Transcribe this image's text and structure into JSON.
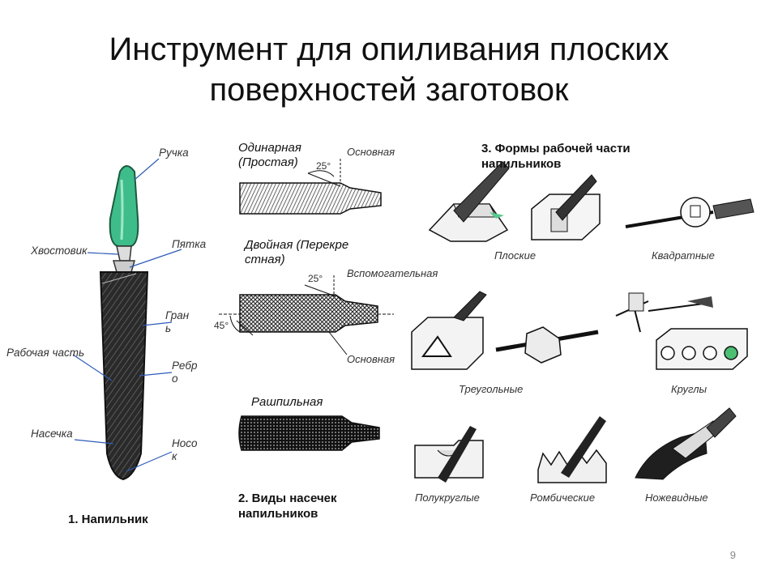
{
  "title": {
    "line1": "Инструмент для опиливания плоских",
    "line2": "поверхностей заготовок"
  },
  "section1": {
    "caption": "1. Напильник",
    "labels": {
      "handle": "Ручка",
      "shank": "Хвостовик",
      "heel": "Пятка",
      "face": "Грань",
      "working": "Рабочая часть",
      "edge": "Ребро",
      "teeth": "Насечка",
      "tip": "Носок"
    }
  },
  "section2": {
    "caption": "2. Виды насечек напильников",
    "single": "Одинарная (Простая)",
    "double": "Двойная (Перекрестная)",
    "rasp": "Рашпильная",
    "main": "Основная",
    "auxiliary": "Вспомогательная",
    "main2": "Основная",
    "angle25a": "25°",
    "angle25b": "25°",
    "angle45": "45°"
  },
  "section3": {
    "caption": "3. Формы рабочей части напильников",
    "flat": "Плоские",
    "square": "Квадратные",
    "triangular": "Треугольные",
    "round": "Круглы",
    "halfround": "Полукруглые",
    "rhombic": "Ромбические",
    "knife": "Ножевидные"
  },
  "page_number": "9",
  "colors": {
    "handle": "#3ebd8a",
    "title": "#111111",
    "page_number": "#888888"
  }
}
